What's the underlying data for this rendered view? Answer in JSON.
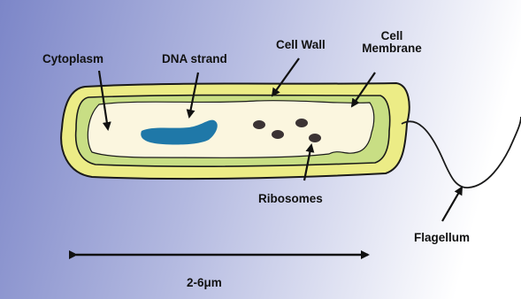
{
  "diagram": {
    "labels": {
      "cytoplasm": "Cytoplasm",
      "dna_strand": "DNA strand",
      "cell_wall": "Cell Wall",
      "cell_membrane_line1": "Cell",
      "cell_membrane_line2": "Membrane",
      "ribosomes": "Ribosomes",
      "flagellum": "Flagellum",
      "scale": "2-6μm"
    },
    "colors": {
      "background_left": "#7c86c8",
      "background_right": "#ffffff",
      "cell_wall_fill": "#ecec86",
      "cell_membrane_fill": "#c8de84",
      "cytoplasm_fill": "#fbf6df",
      "dna_fill": "#1f78a8",
      "ribosome_fill": "#3b3334",
      "outline": "#1a1a1a"
    }
  }
}
